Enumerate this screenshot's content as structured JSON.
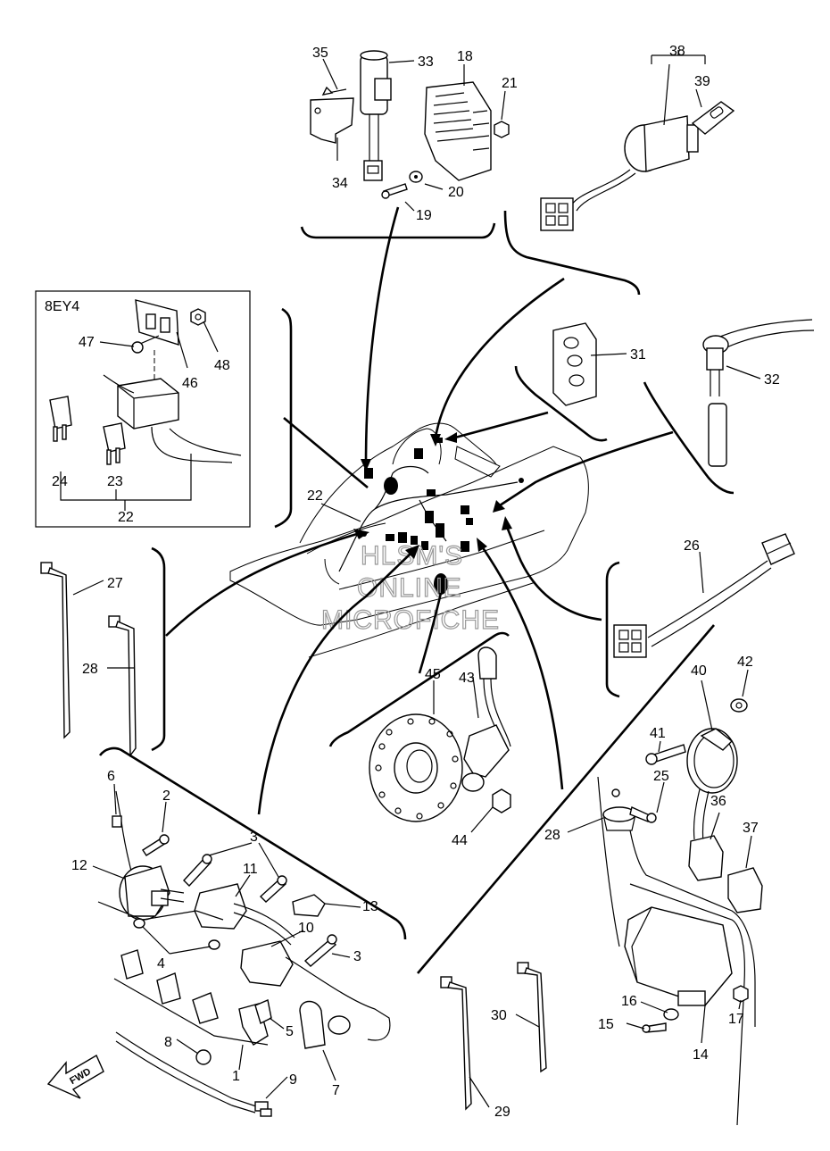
{
  "diagram": {
    "callouts": {
      "n1": "1",
      "n2": "2",
      "n3a": "3",
      "n3b": "3",
      "n4": "4",
      "n5": "5",
      "n6": "6",
      "n7": "7",
      "n8": "8",
      "n9": "9",
      "n10": "10",
      "n11": "11",
      "n12": "12",
      "n13": "13",
      "n14": "14",
      "n15": "15",
      "n16": "16",
      "n17": "17",
      "n18": "18",
      "n19": "19",
      "n20": "20",
      "n21": "21",
      "n22a": "22",
      "n22b": "22",
      "n23": "23",
      "n24": "24",
      "n25": "25",
      "n26": "26",
      "n27": "27",
      "n28a": "28",
      "n28b": "28",
      "n29": "29",
      "n30": "30",
      "n31": "31",
      "n32": "32",
      "n33": "33",
      "n34": "34",
      "n35": "35",
      "n36": "36",
      "n37": "37",
      "n38": "38",
      "n39": "39",
      "n40": "40",
      "n41": "41",
      "n42": "42",
      "n43": "43",
      "n44": "44",
      "n45": "45",
      "n46": "46",
      "n47": "47",
      "n48": "48"
    },
    "variant_box_label": "8EY4",
    "direction_arrow_label": "FWD",
    "watermark": [
      "HLSM'S",
      "ONLINE",
      "MICROFICHE"
    ],
    "icons": {
      "direction": "fwd-arrow-icon"
    },
    "colors": {
      "line": "#000000",
      "background": "#ffffff",
      "watermark": "#9a9a9a"
    }
  }
}
